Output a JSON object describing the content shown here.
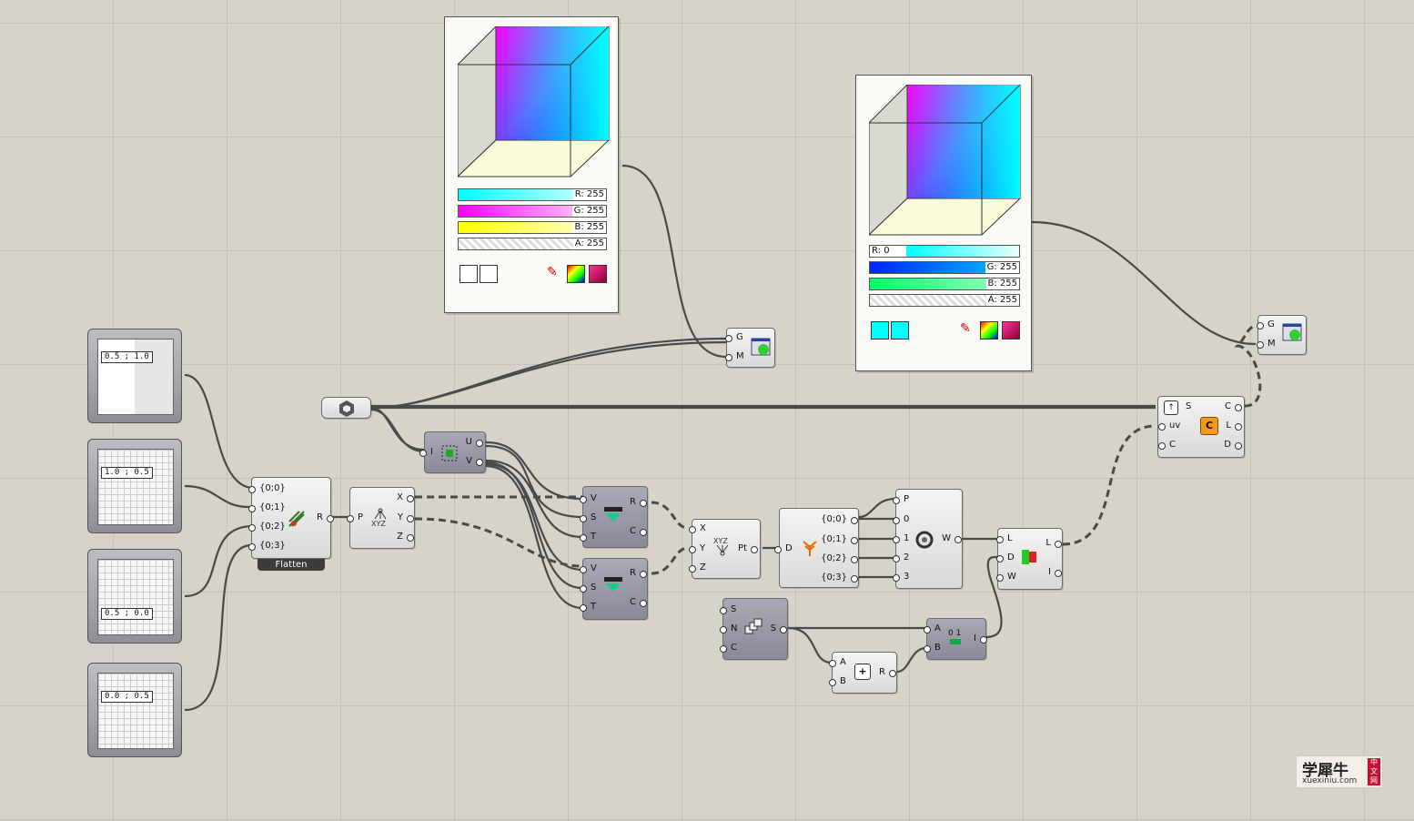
{
  "graph_mappers": [
    {
      "label": "0.5 ; 1.0"
    },
    {
      "label": "1.0 ; 0.5"
    },
    {
      "label": "0.5 ; 0.0"
    },
    {
      "label": "0.0 ; 0.5"
    }
  ],
  "flatten": {
    "inputs": [
      "{0;0}",
      "{0;1}",
      "{0;2}",
      "{0;3}"
    ],
    "output": "R",
    "tag": "Flatten"
  },
  "decompose": {
    "input": "P",
    "outputs": [
      "X",
      "Y",
      "Z"
    ]
  },
  "divide_domain": {
    "input": "I",
    "outputs": [
      "U",
      "V"
    ]
  },
  "eval1": {
    "inputs": [
      "V",
      "S",
      "T"
    ],
    "outputs": [
      "R",
      "C"
    ]
  },
  "eval2": {
    "inputs": [
      "V",
      "S",
      "T"
    ],
    "outputs": [
      "R",
      "C"
    ]
  },
  "construct_point": {
    "inputs": [
      "X",
      "Y",
      "Z"
    ],
    "output": "Pt"
  },
  "entwine": {
    "input": "D",
    "outputs": [
      "{0;0}",
      "{0;1}",
      "{0;2}",
      "{0;3}"
    ]
  },
  "nurbs_surface": {
    "inputs": [
      "P",
      "0",
      "1",
      "2",
      "3"
    ],
    "output": "W"
  },
  "series": {
    "inputs": [
      "S",
      "N",
      "C"
    ],
    "output": "S"
  },
  "addition": {
    "inputs": [
      "A",
      "B"
    ],
    "output": "R"
  },
  "dispatch_range": {
    "inputs": [
      "A",
      "B"
    ],
    "output": "I"
  },
  "list_item": {
    "inputs": [
      "L",
      "D",
      "W"
    ],
    "outputs": [
      "L",
      "I"
    ]
  },
  "surface_params": {
    "inputs": [
      "S",
      "uv",
      "C"
    ],
    "outputs": [
      "C",
      "L",
      "D"
    ]
  },
  "preview1": {
    "inputs": [
      "G",
      "M"
    ]
  },
  "preview2": {
    "inputs": [
      "G",
      "M"
    ]
  },
  "swatch1": {
    "r": "R: 255",
    "g": "G: 255",
    "b": "B: 255",
    "a": "A: 255"
  },
  "swatch2": {
    "r": "R: 0",
    "g": "G: 255",
    "b": "B: 255",
    "a": "A: 255"
  },
  "watermark": {
    "title": "学犀牛",
    "url": "xuexiniu.com",
    "badge": "中文网"
  },
  "colors": {
    "canvas": "#d6d3c9",
    "wire": "#4a4a4a",
    "cyan": "#00ffff",
    "magenta": "#ff00ff",
    "yellow": "#ffff00",
    "blue": "#0044ff",
    "green": "#00ff66"
  }
}
